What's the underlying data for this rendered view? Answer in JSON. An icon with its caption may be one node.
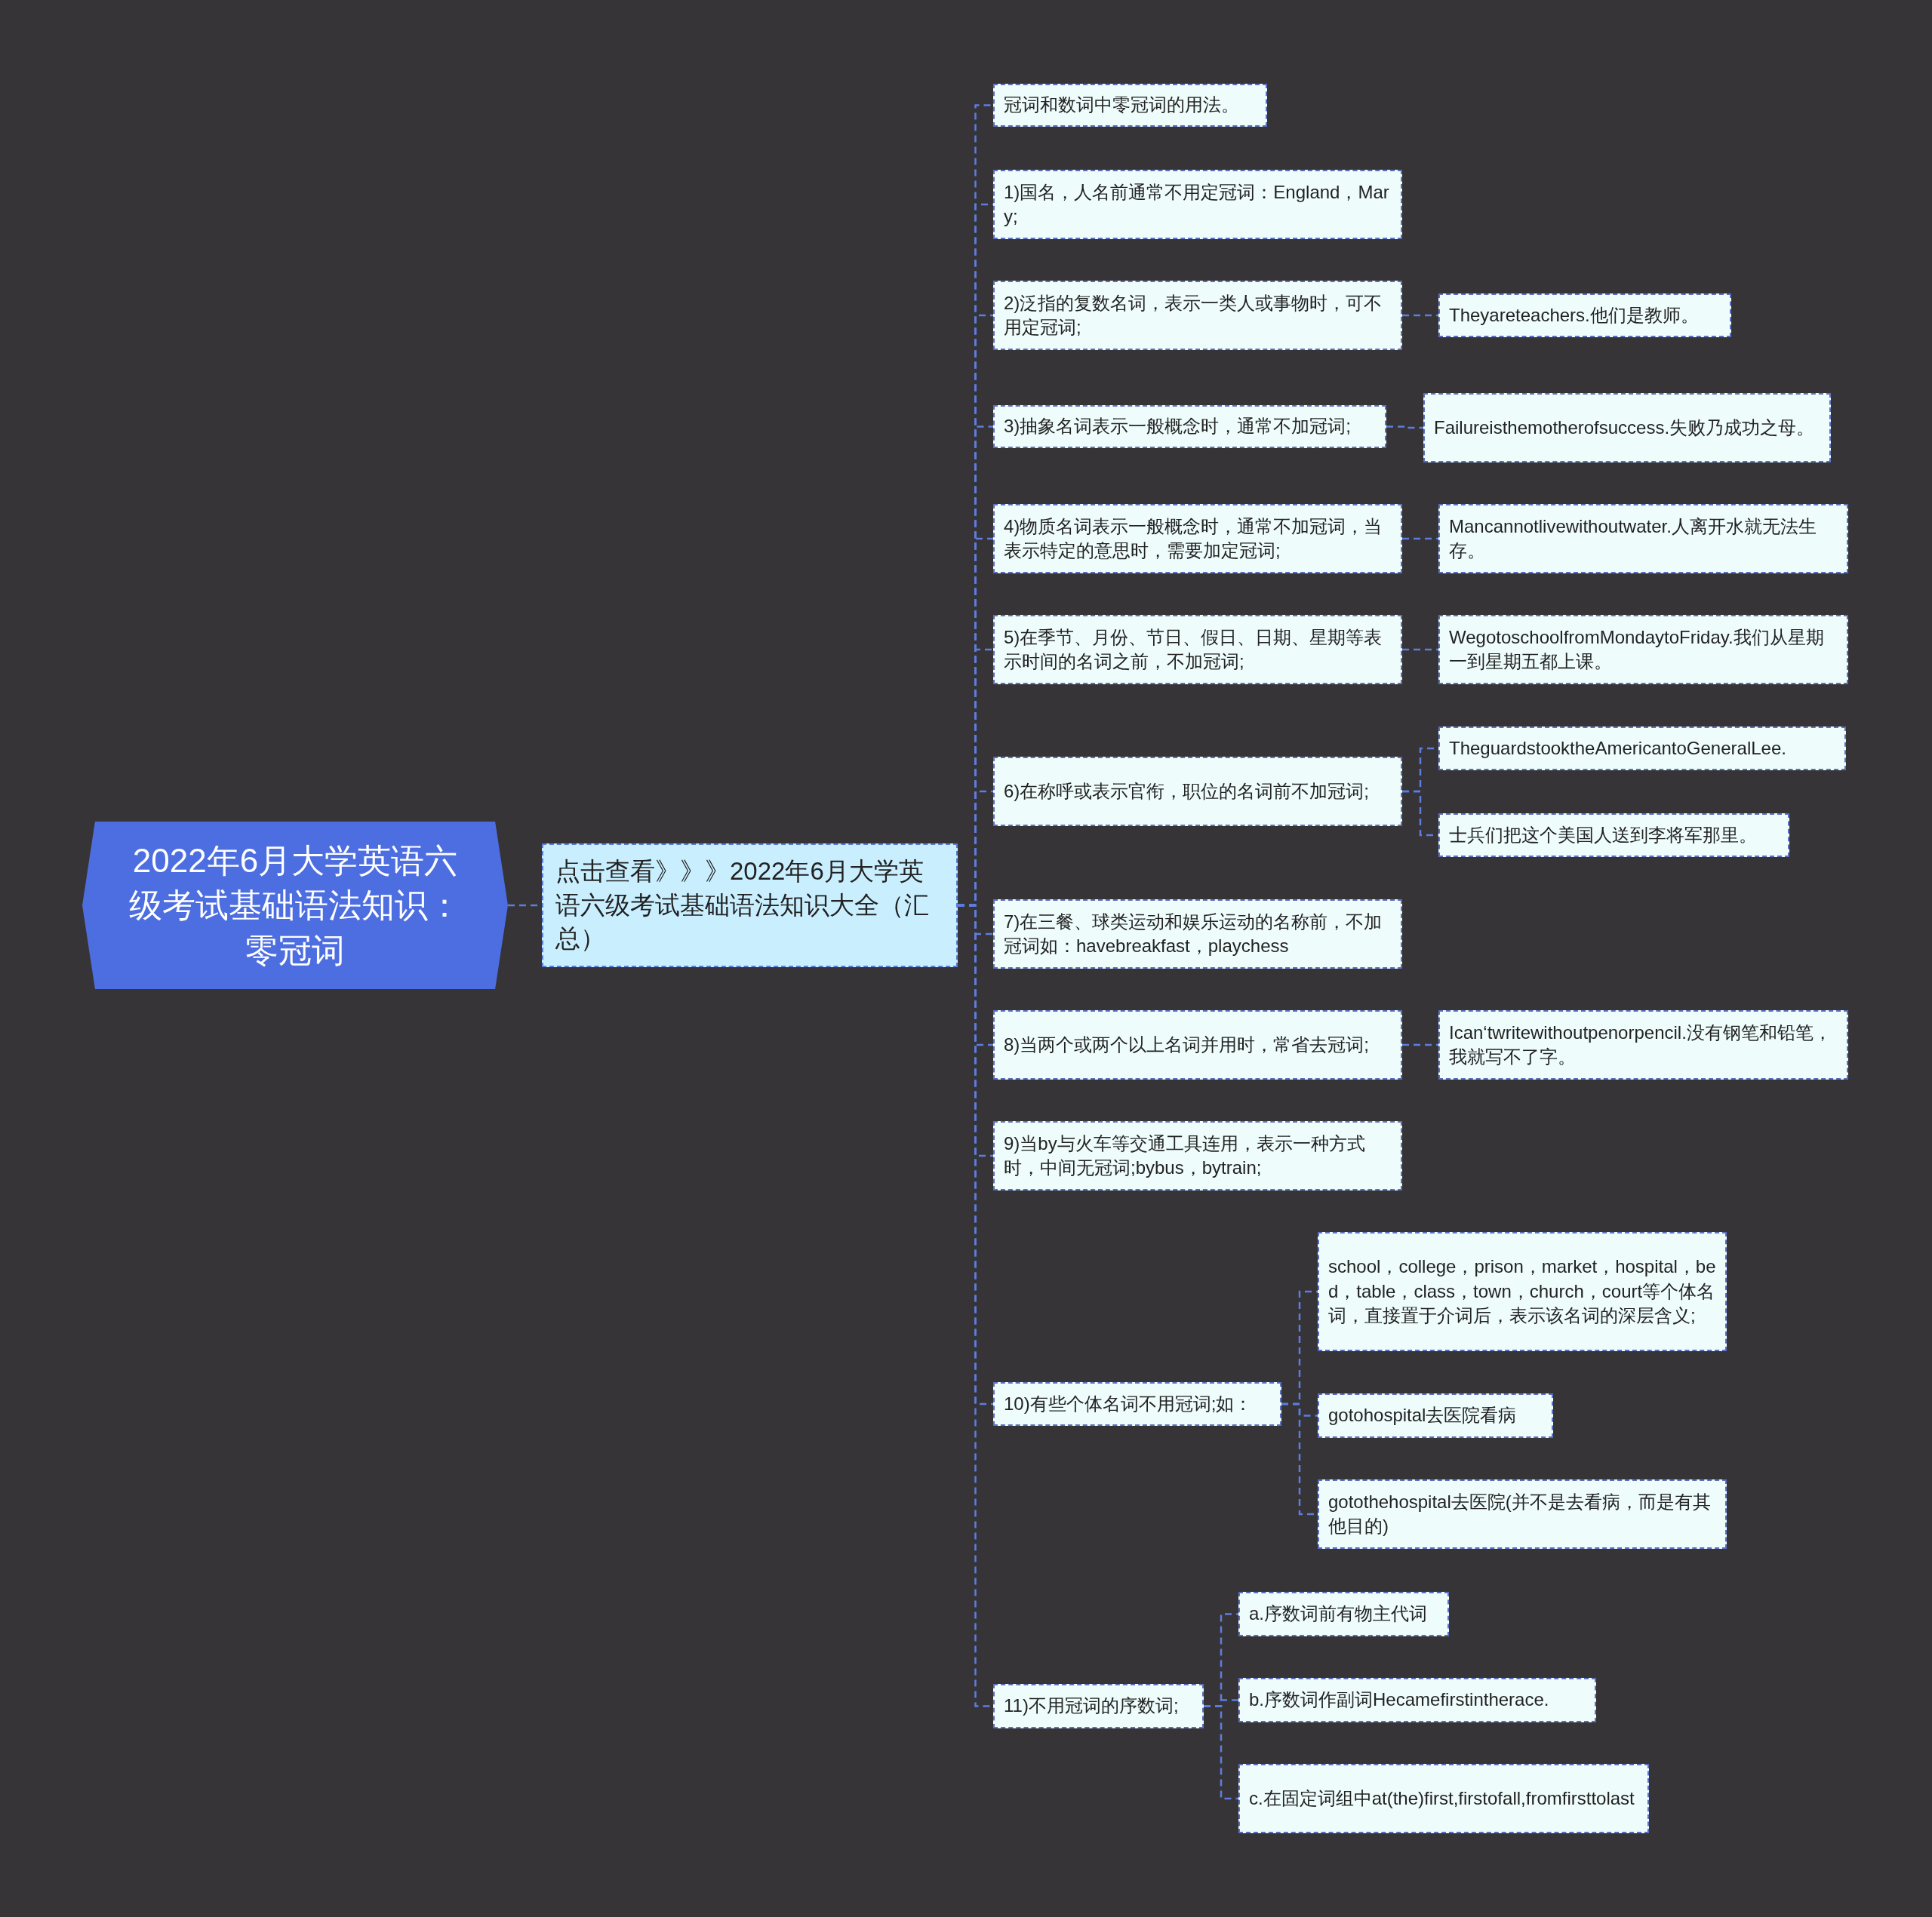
{
  "diagram": {
    "nodes": [
      {
        "text": [
          "2022年6月大学英语六级考试基础语法知识：零冠词"
        ]
      },
      {
        "text": [
          "点击查看》》》2022年6月大学英语六级考试基础语法知识大全（汇总）"
        ]
      },
      {
        "text": [
          "冠词和数词中零冠词的用法。"
        ]
      },
      {
        "text": [
          "1)国名，人名前通常不用定冠词：England，Mary;"
        ]
      },
      {
        "text": [
          "2)泛指的复数名词，表示一类人或事物时，可不用定冠词;"
        ]
      },
      {
        "text": [
          "Theyareteachers.他们是教师。"
        ]
      },
      {
        "text": [
          "3)抽象名词表示一般概念时，通常不加冠词;"
        ]
      },
      {
        "text": [
          "Failureisthemotherofsuccess.失败乃成功之母。"
        ]
      },
      {
        "text": [
          "4)物质名词表示一般概念时，通常不加冠词，当表示特定的意思时，需要加定冠词;"
        ]
      },
      {
        "text": [
          "Mancannotlivewithoutwater.人离开水就无法生存。"
        ]
      },
      {
        "text": [
          "5)在季节、月份、节日、假日、日期、星期等表示时间的名词之前，不加冠词;"
        ]
      },
      {
        "text": [
          "WegotoschoolfromMondaytoFriday.我们从星期一到星期五都上课。"
        ]
      },
      {
        "text": [
          "6)在称呼或表示官衔，职位的名词前不加冠词;"
        ]
      },
      {
        "text": [
          "TheguardstooktheAmericantoGeneralLee."
        ]
      },
      {
        "text": [
          "士兵们把这个美国人送到李将军那里。"
        ]
      },
      {
        "text": [
          "7)在三餐、球类运动和娱乐运动的名称前，不加冠词如：havebreakfast，playchess"
        ]
      },
      {
        "text": [
          "8)当两个或两个以上名词并用时，常省去冠词;"
        ]
      },
      {
        "text": [
          "Ican‘twritewithoutpenorpencil.没有钢笔和铅笔，我就写不了字。"
        ]
      },
      {
        "text": [
          "9)当by与火车等交通工具连用，表示一种方式时，中间无冠词;bybus，bytrain;"
        ]
      },
      {
        "text": [
          "10)有些个体名词不用冠词;如："
        ]
      },
      {
        "text": [
          "school，college，prison，market，hospital，bed，table，class，town，church，court等个体名词，直接置于介词后，表示该名词的深层含义;"
        ]
      },
      {
        "text": [
          "gotohospital去医院看病"
        ]
      },
      {
        "text": [
          "gotothehospital去医院(并不是去看病，而是有其他目的)"
        ]
      },
      {
        "text": [
          "11)不用冠词的序数词;"
        ]
      },
      {
        "text": [
          "a.序数词前有物主代词"
        ]
      },
      {
        "text": [
          "b.序数词作副词Hecamefirstintherace."
        ]
      },
      {
        "text": [
          "c.在固定词组中at(the)first,firstofall,fromfirsttolast"
        ]
      }
    ],
    "edges": [
      {
        "from": 0,
        "to": 1,
        "arrow": "none"
      },
      {
        "from": 1,
        "to": 2,
        "arrow": "none"
      },
      {
        "from": 1,
        "to": 3,
        "arrow": "none"
      },
      {
        "from": 1,
        "to": 4,
        "arrow": "none"
      },
      {
        "from": 1,
        "to": 6,
        "arrow": "none"
      },
      {
        "from": 1,
        "to": 8,
        "arrow": "none"
      },
      {
        "from": 1,
        "to": 10,
        "arrow": "none"
      },
      {
        "from": 1,
        "to": 12,
        "arrow": "none"
      },
      {
        "from": 1,
        "to": 15,
        "arrow": "none"
      },
      {
        "from": 1,
        "to": 16,
        "arrow": "none"
      },
      {
        "from": 1,
        "to": 18,
        "arrow": "none"
      },
      {
        "from": 1,
        "to": 19,
        "arrow": "none"
      },
      {
        "from": 1,
        "to": 23,
        "arrow": "none"
      },
      {
        "from": 4,
        "to": 5,
        "arrow": "none"
      },
      {
        "from": 6,
        "to": 7,
        "arrow": "none"
      },
      {
        "from": 8,
        "to": 9,
        "arrow": "none"
      },
      {
        "from": 10,
        "to": 11,
        "arrow": "none"
      },
      {
        "from": 12,
        "to": 13,
        "arrow": "none"
      },
      {
        "from": 12,
        "to": 14,
        "arrow": "none"
      },
      {
        "from": 16,
        "to": 17,
        "arrow": "none"
      },
      {
        "from": 19,
        "to": 20,
        "arrow": "none"
      },
      {
        "from": 19,
        "to": 21,
        "arrow": "none"
      },
      {
        "from": 19,
        "to": 22,
        "arrow": "none"
      },
      {
        "from": 23,
        "to": 24,
        "arrow": "none"
      },
      {
        "from": 23,
        "to": 25,
        "arrow": "none"
      },
      {
        "from": 23,
        "to": 26,
        "arrow": "none"
      }
    ]
  }
}
